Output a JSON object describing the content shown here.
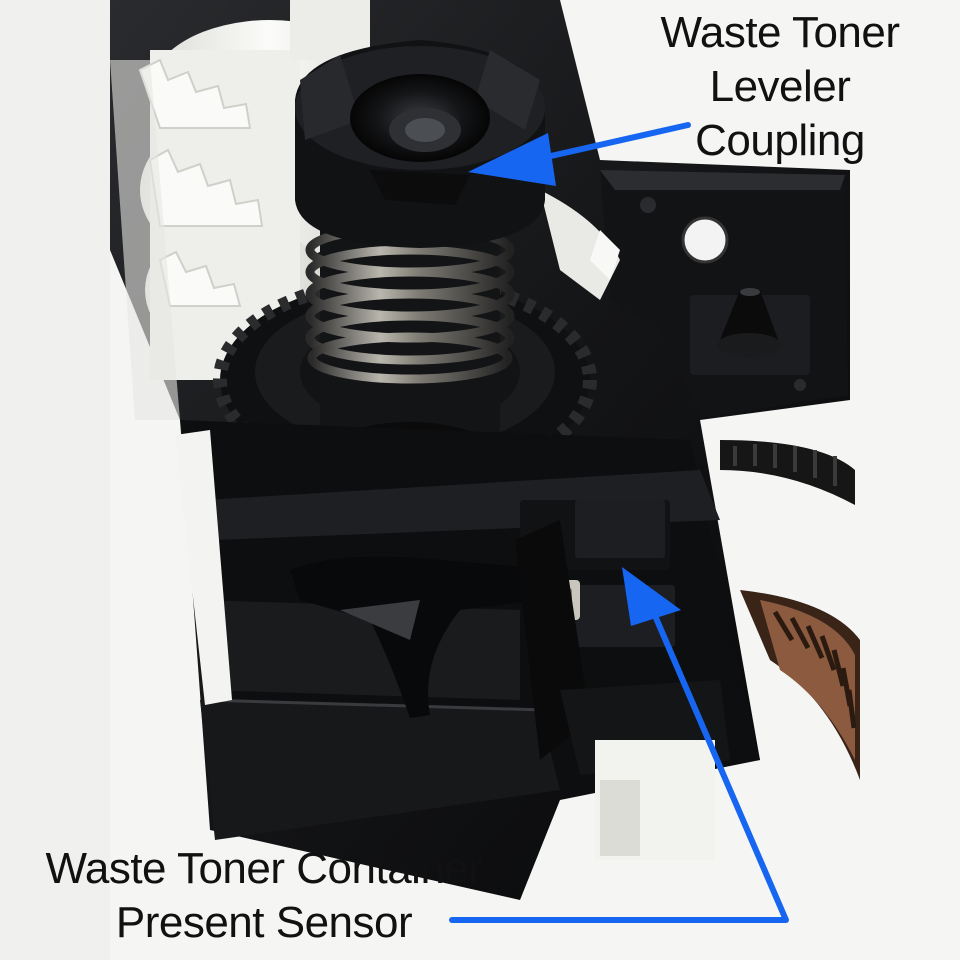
{
  "annotations": {
    "coupling_label": [
      "Waste Toner",
      "Leveler",
      "Coupling"
    ],
    "sensor_label": [
      "Waste Toner Container",
      "Present Sensor"
    ]
  },
  "colors": {
    "arrow": "#1766f2",
    "plastic": "#111214",
    "gear_white": "#f2f2ef",
    "belt": "#7a4a34",
    "background": "#f4f4f4"
  }
}
